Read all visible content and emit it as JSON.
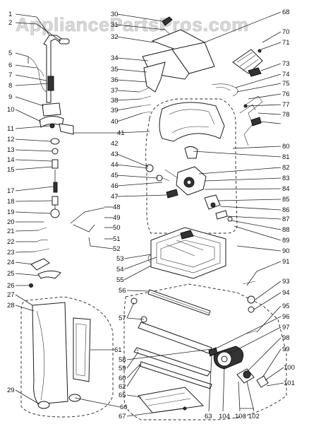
{
  "watermark": "AppliancePartsPros.com",
  "callouts": {
    "n1": "1",
    "n2": "2",
    "n5": "5",
    "n6": "6",
    "n7": "7",
    "n8": "8",
    "n9": "9",
    "n10": "10",
    "n11": "11",
    "n12": "12",
    "n13": "13",
    "n14": "14",
    "n15": "15",
    "n17": "17",
    "n18": "18",
    "n19": "19",
    "n20": "20",
    "n21": "21",
    "n22": "22",
    "n23": "23",
    "n24": "24",
    "n25": "25",
    "n26": "26",
    "n27": "27",
    "n28": "28",
    "n29": "29",
    "n30": "30",
    "n31": "31",
    "n32": "32",
    "n34": "34",
    "n35": "35",
    "n36": "36",
    "n37": "37",
    "n38": "38",
    "n39": "39",
    "n40": "40",
    "n41": "41",
    "n42": "42",
    "n43": "43",
    "n44": "44",
    "n45": "45",
    "n46": "46",
    "n47": "47",
    "n48": "48",
    "n49": "49",
    "n50": "50",
    "n51": "51",
    "n52": "52",
    "n53": "53",
    "n54": "54",
    "n55": "55",
    "n56": "56",
    "n57": "57",
    "n58": "58",
    "n59": "59",
    "n60": "60",
    "n61": "61",
    "n62": "62",
    "n63": "63",
    "n65": "65",
    "n66": "66",
    "n67": "67",
    "n68": "68",
    "n70": "70",
    "n71": "71",
    "n73": "73",
    "n74": "74",
    "n75": "75",
    "n76": "76",
    "n77": "77",
    "n78": "78",
    "n80": "80",
    "n81": "81",
    "n82": "82",
    "n83": "83",
    "n84": "84",
    "n85": "85",
    "n86": "86",
    "n87": "87",
    "n88": "88",
    "n89": "89",
    "n90": "90",
    "n91": "91",
    "n93": "93",
    "n94": "94",
    "n95": "95",
    "n96": "96",
    "n97": "97",
    "n98": "98",
    "n99": "99",
    "n100": "100",
    "n101": "101",
    "n102": "102",
    "n103": "103",
    "n104": "104"
  }
}
